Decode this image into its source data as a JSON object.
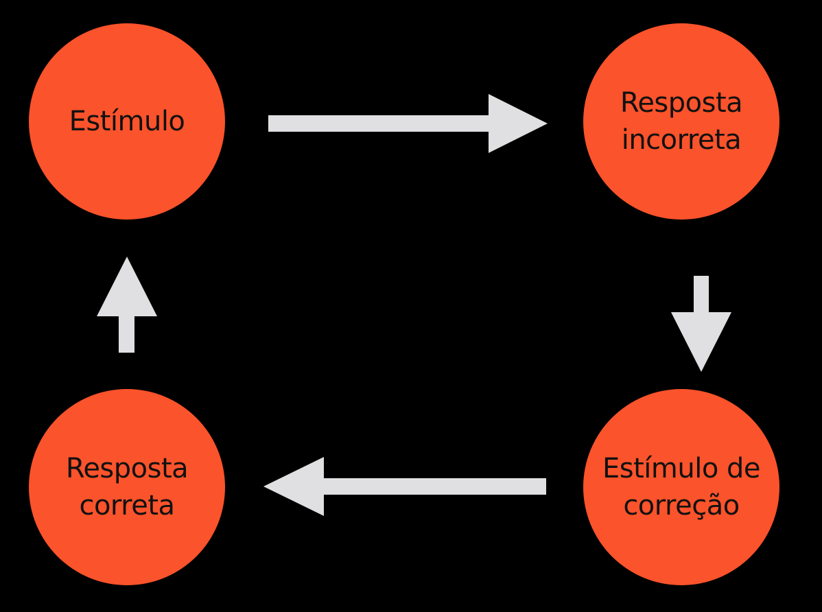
{
  "colors": {
    "background": "#000000",
    "node_fill": "#FB532B",
    "arrow_fill": "#E0E0E2",
    "text": "#111111"
  },
  "nodes": {
    "estimulo": {
      "line1": "Estímulo",
      "line2": ""
    },
    "resposta_incorreta": {
      "line1": "Resposta",
      "line2": "incorreta"
    },
    "estimulo_correcao": {
      "line1": "Estímulo de",
      "line2": "correção"
    },
    "resposta_correta": {
      "line1": "Resposta",
      "line2": "correta"
    }
  },
  "edges": [
    {
      "from": "Estímulo",
      "to": "Resposta incorreta",
      "direction": "right"
    },
    {
      "from": "Resposta incorreta",
      "to": "Estímulo de correção",
      "direction": "down"
    },
    {
      "from": "Estímulo de correção",
      "to": "Resposta correta",
      "direction": "left"
    },
    {
      "from": "Resposta correta",
      "to": "Estímulo",
      "direction": "up"
    }
  ]
}
